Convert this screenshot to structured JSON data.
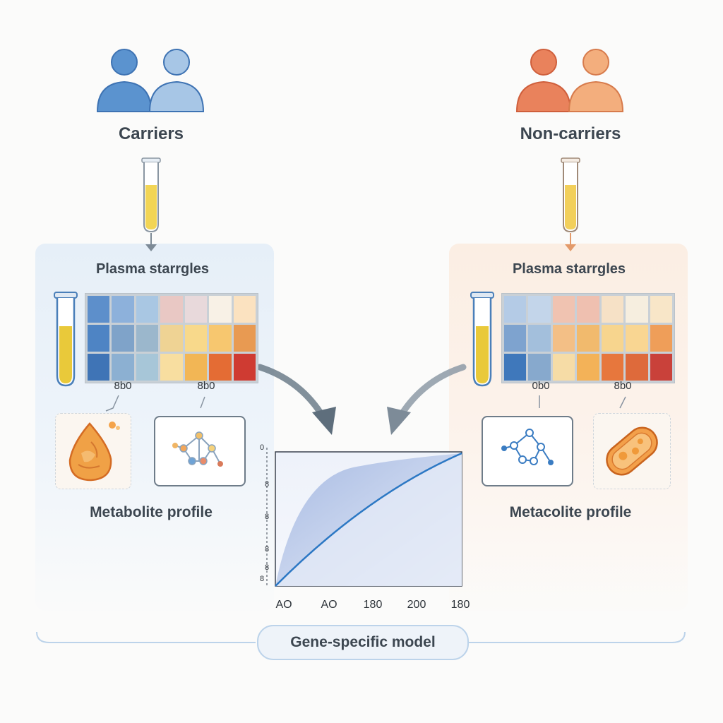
{
  "groups": {
    "left": {
      "label": "Carriers",
      "panel_title": "Plasma starrgles",
      "tick_labels": [
        "8b0",
        "8b0"
      ],
      "profile_label": "Metabolite profile",
      "heatmap": [
        [
          "#5d8fcb",
          "#8db1db",
          "#a9c7e3",
          "#e9c8c4",
          "#e8d9db",
          "#f8f1e6",
          "#fbe2c0"
        ],
        [
          "#4e84c4",
          "#7fa3c9",
          "#9bb7cc",
          "#efd394",
          "#f8d98b",
          "#f7c76f",
          "#e89a52"
        ],
        [
          "#3f74b6",
          "#8cb0d2",
          "#a7c6d8",
          "#f8dea0",
          "#f2b655",
          "#e46c34",
          "#cf3b32"
        ]
      ]
    },
    "right": {
      "label": "Non-carriers",
      "panel_title": "Plasma starrgles",
      "tick_labels": [
        "0b0",
        "8b0"
      ],
      "profile_label": "Metacolite profile",
      "heatmap": [
        [
          "#b4cbe6",
          "#c3d5ea",
          "#f0c3b1",
          "#efc0b0",
          "#f6e1c6",
          "#f6eedf",
          "#f8e6c8"
        ],
        [
          "#7ea3cf",
          "#a3bfdc",
          "#f3bf86",
          "#f1ba6d",
          "#f7d58e",
          "#f9d692",
          "#ef9e59"
        ],
        [
          "#3f78bb",
          "#87a9cd",
          "#f6dca6",
          "#f3b258",
          "#e7773d",
          "#de6a3b",
          "#c9413a"
        ]
      ]
    }
  },
  "chart": {
    "x_ticks": [
      "AO",
      "AO",
      "180",
      "200",
      "180"
    ],
    "y_ticks": [
      "0",
      "8",
      "8",
      "8",
      "8",
      "8"
    ]
  },
  "model_label": "Gene-specific model",
  "colors": {
    "carrier_blue": "#5b93cf",
    "noncarrier_orange": "#e9825c",
    "curve_blue": "#2c78c4"
  }
}
